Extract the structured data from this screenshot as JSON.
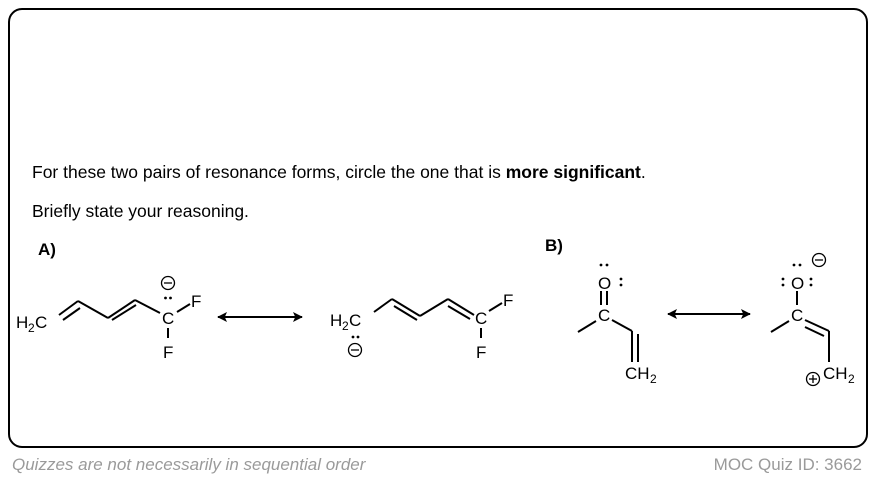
{
  "question": {
    "line1_pre": "For these two pairs of resonance forms, circle the one that is ",
    "line1_bold": "more significant",
    "line1_post": ".",
    "line2": "Briefly state your reasoning."
  },
  "part_a": {
    "label": "A)",
    "left": {
      "h2": "H",
      "sub": "2",
      "c": "C",
      "carbanion": "C",
      "f_right": "F",
      "f_bottom": "F",
      "charge": "−"
    },
    "right": {
      "h": "H",
      "sub": "2",
      "c": "C",
      "charge": "−",
      "cf2": "C",
      "f_right": "F",
      "f_bottom": "F"
    }
  },
  "part_b": {
    "label": "B)",
    "left": {
      "o": "O",
      "c": "C",
      "ch": "CH",
      "sub": "2"
    },
    "right": {
      "o": "O",
      "c": "C",
      "ch": "CH",
      "sub": "2",
      "neg": "−",
      "pos": "+"
    }
  },
  "footer": {
    "note": "Quizzes are not necessarily in sequential order",
    "quiz_id": "MOC Quiz ID: 3662"
  }
}
